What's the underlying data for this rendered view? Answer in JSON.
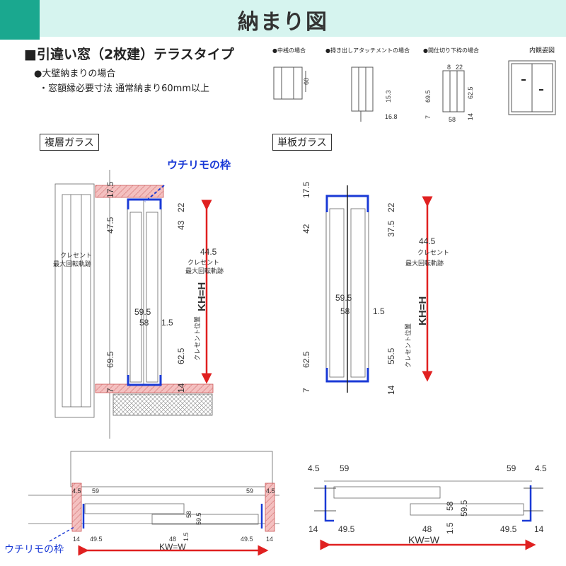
{
  "header": {
    "title": "納まり図"
  },
  "section": {
    "title": "■引違い窓（2枚建）テラスタイプ",
    "bullet": "●大壁納まりの場合",
    "note": "・窓額縁必要寸法 通常納まり60mm以上"
  },
  "thumbs": [
    {
      "label": "●中桟の場合",
      "dims": [
        "60"
      ]
    },
    {
      "label": "●掃き出しアタッチメントの場合",
      "dims": [
        "15.3",
        "16.8"
      ]
    },
    {
      "label": "●間仕切り下枠の場合",
      "dims": [
        "8",
        "22",
        "69.5",
        "62.5",
        "7",
        "58",
        "14"
      ]
    },
    {
      "label": "内観姿図"
    }
  ],
  "left_section": {
    "label": "複層ガラス",
    "callout": "ウチリモの枠",
    "dims": {
      "top": "17.5",
      "d22": "22",
      "d47": "47.5",
      "d43": "43",
      "d445": "44.5",
      "d595": "59.5",
      "d58": "58",
      "d15": "1.5",
      "d695": "69.5",
      "d625": "62.5",
      "d7": "7",
      "d14": "14"
    },
    "crescent_path": [
      "クレセント",
      "最大回転軌跡"
    ],
    "crescent_pos": "クレセント位置",
    "height": "KH=H"
  },
  "right_section": {
    "label": "単板ガラス",
    "dims": {
      "top": "17.5",
      "d42": "42",
      "d22": "22",
      "d375": "37.5",
      "d445": "44.5",
      "d595": "59.5",
      "d58": "58",
      "d15": "1.5",
      "d625": "62.5",
      "d555": "55.5",
      "d7": "7",
      "d14": "14"
    },
    "crescent_path": [
      "クレセント",
      "最大回転軌跡"
    ],
    "crescent_pos": "クレセント位置",
    "height": "KH=H"
  },
  "bottom_left": {
    "callout": "ウチリモの枠",
    "dims": {
      "a": "4.5",
      "b": "59",
      "c": "59",
      "d": "4.5",
      "e": "58",
      "f": "59.5",
      "g": "14",
      "h": "49.5",
      "i": "48",
      "j": "1.5",
      "k": "49.5",
      "l": "14"
    },
    "width": "KW=W"
  },
  "bottom_right": {
    "dims": {
      "a": "4.5",
      "b": "59",
      "c": "59",
      "d": "4.5",
      "e": "58",
      "f": "59.5",
      "g": "14",
      "h": "49.5",
      "i": "48",
      "j": "1.5",
      "k": "49.5",
      "l": "14"
    },
    "width": "KW=W"
  },
  "colors": {
    "accent": "#1aa88f",
    "band": "#d6f4ef",
    "red": "#e02020",
    "blue": "#1a3ad6",
    "hatch": "#f2b3b3"
  }
}
